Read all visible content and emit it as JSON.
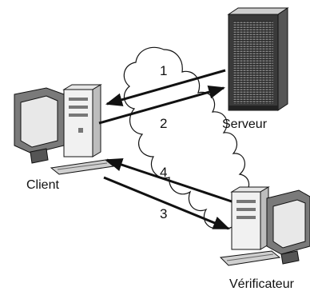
{
  "labels": {
    "server": "Serveur",
    "client": "Client",
    "verifier": "Vérificateur"
  },
  "steps": {
    "step1": "1",
    "step2": "2",
    "step3": "3",
    "step4": "4"
  }
}
